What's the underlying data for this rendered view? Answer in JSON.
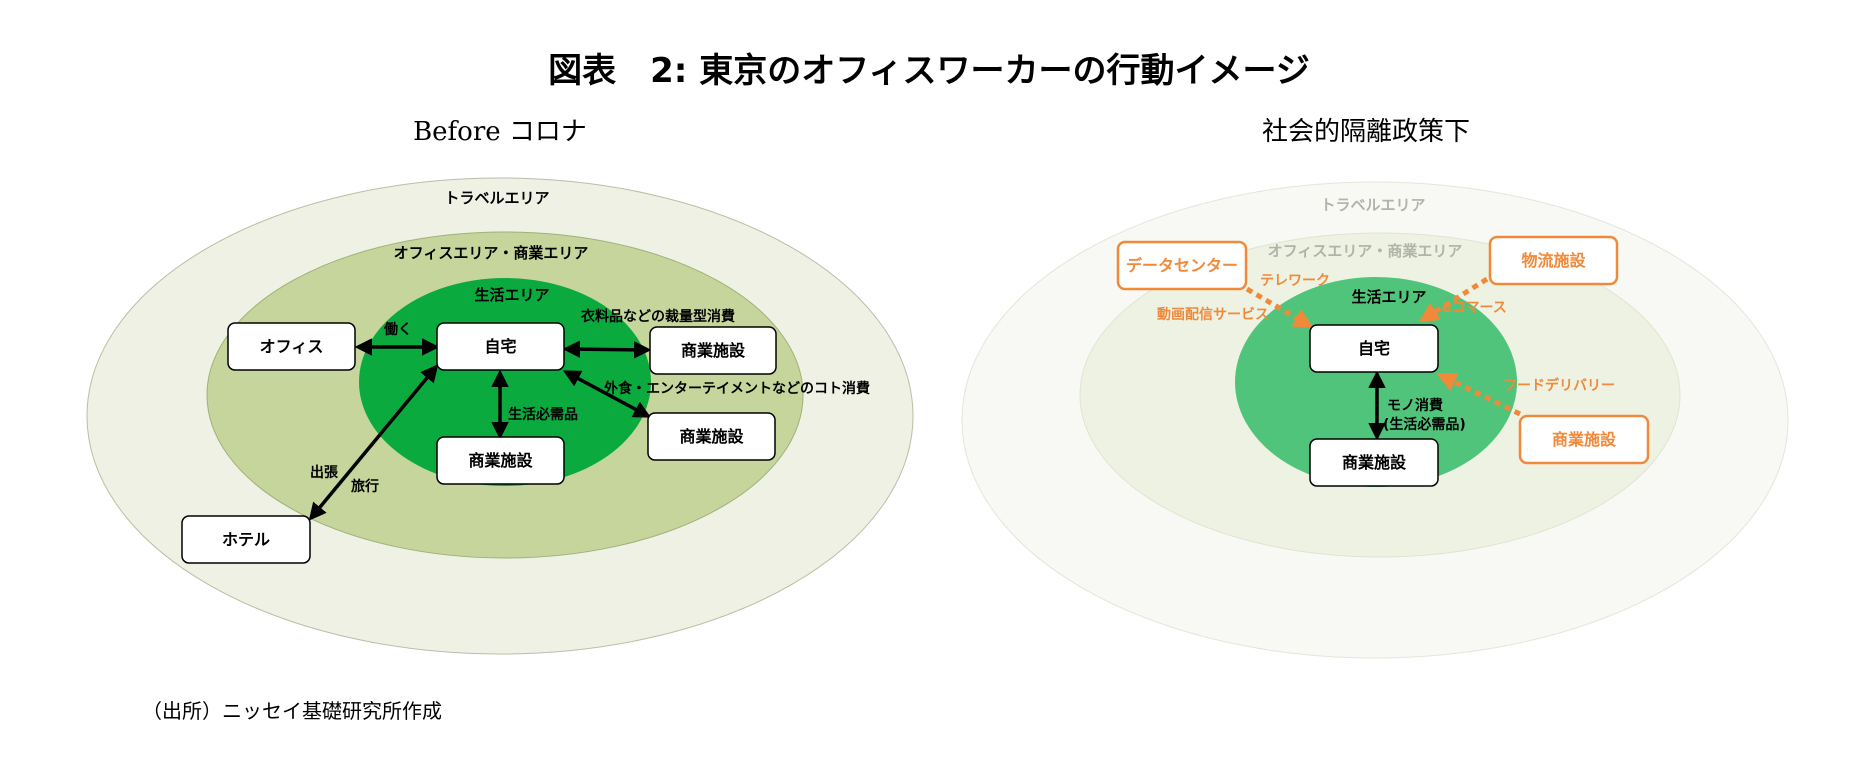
{
  "title": "図表　2: 東京のオフィスワーカーの行動イメージ",
  "source": "（出所）ニッセイ基礎研究所作成",
  "colors": {
    "travel_fill": "#eef1e3",
    "office_fill": "#c6d59b",
    "life_fill": "#0aaa3e",
    "faded_travel_fill": "#f8f9f4",
    "faded_office_fill": "#eef2e3",
    "faded_life_fill": "#4fc47a",
    "arrow": "#000000",
    "orange": "#f08a3a",
    "faded_text": "#b0b4a8"
  },
  "before": {
    "heading": "Before コロナ",
    "areas": {
      "travel": "トラベルエリア",
      "office": "オフィスエリア・商業エリア",
      "life": "生活エリア"
    },
    "nodes": {
      "office": "オフィス",
      "home": "自宅",
      "shop1": "商業施設",
      "shop2": "商業施設",
      "shop3": "商業施設",
      "hotel": "ホテル"
    },
    "flows": {
      "work": "働く",
      "clothing": "衣料品などの裁量型消費",
      "necessities": "生活必需品",
      "experience": "外食・エンターテイメントなどのコト消費",
      "trip1": "出張",
      "trip2": "旅行"
    }
  },
  "after": {
    "heading": "社会的隔離政策下",
    "areas": {
      "travel": "トラベルエリア",
      "office": "オフィスエリア・商業エリア",
      "life": "生活エリア"
    },
    "nodes": {
      "datacenter": "データセンター",
      "logistics": "物流施設",
      "home": "自宅",
      "shop_inner": "商業施設",
      "shop_outer": "商業施設"
    },
    "flows": {
      "telework": "テレワーク",
      "streaming": "動画配信サービス",
      "ecommerce": "eコマース",
      "food_delivery": "フードデリバリー",
      "goods1": "モノ消費",
      "goods2": "(生活必需品)"
    }
  }
}
